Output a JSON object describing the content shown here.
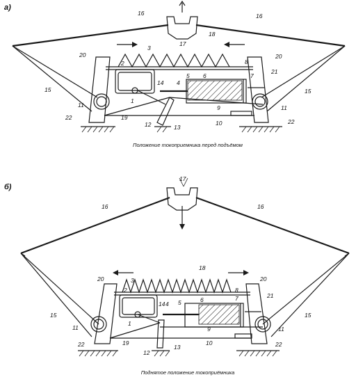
{
  "panels": [
    {
      "label": "а)",
      "caption": "Положение токоприемника перед подъёмом",
      "labels": {
        "l1": "1",
        "l2": "2",
        "l3": "3",
        "l4": "4",
        "l5": "5",
        "l6": "6",
        "l7": "7",
        "l8": "8",
        "l9": "9",
        "l10": "10",
        "l11a": "11",
        "l11b": "11",
        "l12": "12",
        "l13": "13",
        "l14": "14",
        "l15a": "15",
        "l15b": "15",
        "l16a": "16",
        "l16b": "16",
        "l17": "17",
        "l18": "18",
        "l19": "19",
        "l20a": "20",
        "l20b": "20",
        "l21": "21",
        "l22a": "22",
        "l22b": "22"
      }
    },
    {
      "label": "б)",
      "caption": "Поднятое положение токоприёмника",
      "labels": {
        "l1": "1",
        "l2": "2",
        "l3": "3",
        "l4": "4",
        "l5": "5",
        "l6": "6",
        "l7": "7",
        "l8": "8",
        "l9": "9",
        "l10": "10",
        "l11a": "11",
        "l11b": "11",
        "l12": "12",
        "l13": "13",
        "l14": "14",
        "l15a": "15",
        "l15b": "15",
        "l16a": "16",
        "l16b": "16",
        "l17": "17",
        "l18": "18",
        "l19": "19",
        "l20a": "20",
        "l20b": "20",
        "l21": "21",
        "l22a": "22",
        "l22b": "22"
      }
    }
  ]
}
